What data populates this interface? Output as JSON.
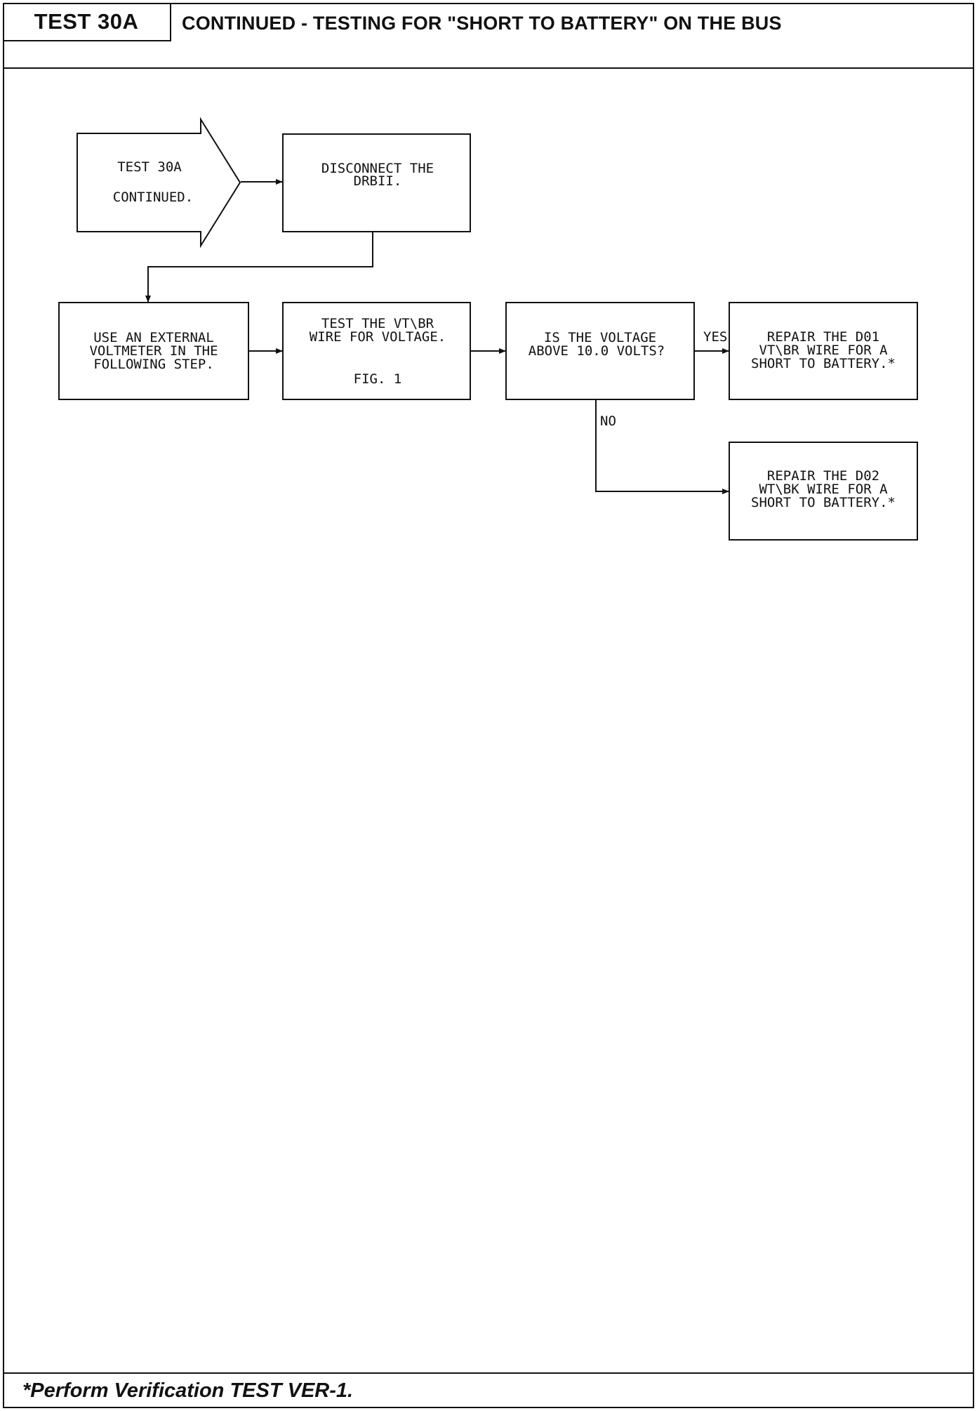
{
  "header": {
    "test_id": "TEST 30A",
    "title": "CONTINUED - TESTING FOR \"SHORT TO BATTERY\" ON THE BUS"
  },
  "flowchart": {
    "start": {
      "line1": "TEST 30A",
      "line2": "CONTINUED."
    },
    "disconnect": {
      "line1": "DISCONNECT THE",
      "line2": "DRBII."
    },
    "use_voltmeter": {
      "line1": "USE AN EXTERNAL",
      "line2": "VOLTMETER IN THE",
      "line3": "FOLLOWING STEP."
    },
    "test_wire": {
      "line1": "TEST THE VT\\BR",
      "line2": "WIRE FOR VOLTAGE.",
      "fig": "FIG. 1"
    },
    "decision": {
      "line1": "IS THE VOLTAGE",
      "line2": "ABOVE 10.0 VOLTS?"
    },
    "repair_d01": {
      "line1": "REPAIR THE D01",
      "line2": "VT\\BR WIRE FOR A",
      "line3": "SHORT TO BATTERY.*"
    },
    "repair_d02": {
      "line1": "REPAIR THE D02",
      "line2": "WT\\BK WIRE FOR A",
      "line3": "SHORT TO BATTERY.*"
    },
    "yes_label": "YES",
    "no_label": "NO"
  },
  "footer": {
    "note": "*Perform Verification TEST VER-1."
  }
}
